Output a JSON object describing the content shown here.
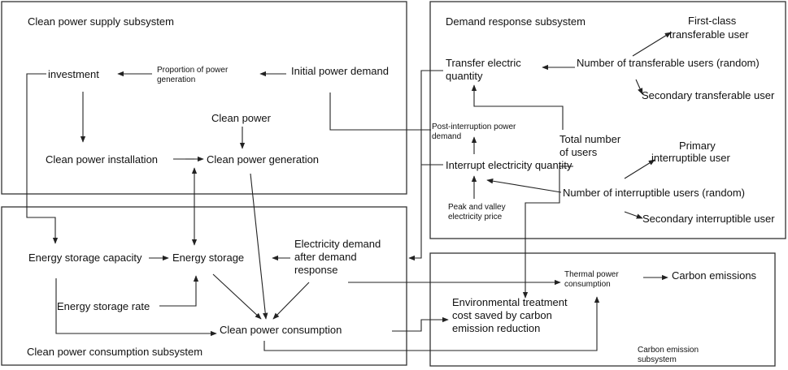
{
  "subsystems": {
    "supply": "Clean power supply subsystem",
    "demand": "Demand response subsystem",
    "consumption": "Clean power consumption subsystem",
    "carbon_line1": "Carbon emission",
    "carbon_line2": "subsystem"
  },
  "nodes": {
    "investment": "investment",
    "proportion_line1": "Proportion of power",
    "proportion_line2": "generation",
    "initial_demand": "Initial power demand",
    "clean_power": "Clean power",
    "installation": "Clean power installation",
    "generation": "Clean power generation",
    "transfer_qty_line1": "Transfer electric",
    "transfer_qty_line2": "quantity",
    "num_transferable": "Number of transferable users (random)",
    "first_class_line1": "First-class",
    "first_class_line2": "transferable user",
    "secondary_transferable": "Secondary transferable user",
    "post_interruption_line1": "Post-interruption power",
    "post_interruption_line2": "demand",
    "total_users_line1": "Total number",
    "total_users_line2": "of users",
    "interrupt_qty": "Interrupt electricity quantity",
    "primary_interruptible_line1": "Primary",
    "primary_interruptible_line2": "interruptible user",
    "num_interruptible": "Number of interruptible users (random)",
    "peak_valley_line1": "Peak and valley",
    "peak_valley_line2": "electricity price",
    "secondary_interruptible": "Secondary interruptible user",
    "storage_capacity": "Energy storage capacity",
    "energy_storage": "Energy storage",
    "demand_after_line1": "Electricity demand",
    "demand_after_line2": "after demand",
    "demand_after_line3": "response",
    "storage_rate": "Energy storage rate",
    "clean_consumption": "Clean power consumption",
    "thermal_line1": "Thermal power",
    "thermal_line2": "consumption",
    "carbon_emissions": "Carbon emissions",
    "env_cost_line1": "Environmental treatment",
    "env_cost_line2": "cost saved by carbon",
    "env_cost_line3": "emission reduction"
  }
}
